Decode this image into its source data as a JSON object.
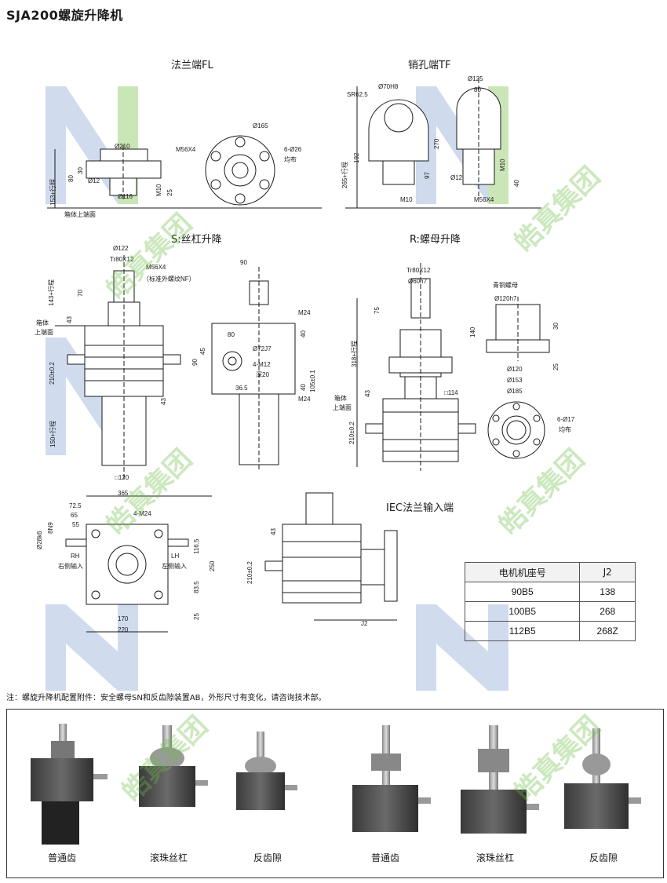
{
  "page_title": "SJA200螺旋升降机",
  "sections": {
    "fl": "法兰端FL",
    "tf": "销孔端TF",
    "s": "S:丝杠升降",
    "r": "R:螺母升降",
    "iec": "IEC法兰输入端"
  },
  "labels": {
    "fl": {
      "d210": "Ø210",
      "d12": "Ø12",
      "d116": "Ø116",
      "d165": "Ø165",
      "m56": "M56X4",
      "holes": "6-Ø26",
      "holes2": "均布",
      "h30": "30",
      "h80": "80",
      "m10": "M10",
      "h25": "25",
      "h153": "153+行程",
      "box_top": "箱体上端面"
    },
    "tf": {
      "sr": "SR62.5",
      "d70": "Ø70H8",
      "d125": "Ø125",
      "w80": "80",
      "h192": "192",
      "h270": "270",
      "h97": "97",
      "h265": "265+行程",
      "d12": "Ø12",
      "m10": "M10",
      "m10b": "M10",
      "h40": "40",
      "m56": "M56X4"
    },
    "s": {
      "d122": "Ø122",
      "tr": "Tr80X12",
      "m56": "M56X4",
      "m56note": "（标准外螺纹NF）",
      "h143": "143+行程",
      "h70": "70",
      "h43": "43",
      "box1": "箱体",
      "box2": "上端面",
      "h210": "210±0.2",
      "h43b": "43",
      "h150": "150+行程",
      "sq120": "□120",
      "w90": "90",
      "m24": "M24",
      "w80": "80",
      "d72": "Ø72J7",
      "m12": "4-M12",
      "deep": "深20",
      "h40": "40",
      "h90": "90",
      "h45": "45",
      "h105": "105±0.1",
      "w365": "36.5",
      "h40b": "40",
      "m24b": "M24"
    },
    "r": {
      "tr": "Tr80X12",
      "d60": "Ø60h7",
      "h75": "75",
      "h318": "318+行程",
      "h43": "43",
      "box1": "箱体",
      "box2": "上端面",
      "h210": "210±0.2",
      "sq114": "□114",
      "nut": "青铜螺母",
      "d120h7": "Ø120h7",
      "h140": "140",
      "h30": "30",
      "d120": "Ø120",
      "d153": "Ø153",
      "d185": "Ø185",
      "h25": "25",
      "holes": "6-Ø17",
      "holes2": "均布"
    },
    "top": {
      "w365": "365",
      "w725": "72.5",
      "w65": "65",
      "w55": "55",
      "d28": "Ø28k6",
      "k8": "8N9",
      "m24": "4-M24",
      "rh": "RH",
      "rh2": "右侧输入",
      "lh": "LH",
      "lh2": "左侧输入",
      "h1165": "116.5",
      "h250": "250",
      "h835": "83.5",
      "h25": "25",
      "w170": "170",
      "w220": "220"
    },
    "iec": {
      "h43": "43",
      "h210": "210±0.2",
      "j2": "J2"
    }
  },
  "table": {
    "headers": [
      "电机机座号",
      "J2"
    ],
    "rows": [
      [
        "90B5",
        "138"
      ],
      [
        "100B5",
        "268"
      ],
      [
        "112B5",
        "268Z"
      ]
    ]
  },
  "note": "注：螺旋升降机配置附件：安全螺母SN和反齿隙装置AB，外形尺寸有变化，请咨询技术部。",
  "photos": [
    "普通齿",
    "滚珠丝杠",
    "反齿隙",
    "普通齿",
    "滚珠丝杠",
    "反齿隙"
  ],
  "watermark": "皓真集团",
  "colors": {
    "watermark_green": "#6ebe46",
    "watermark_blue": "#9fb6dc"
  }
}
